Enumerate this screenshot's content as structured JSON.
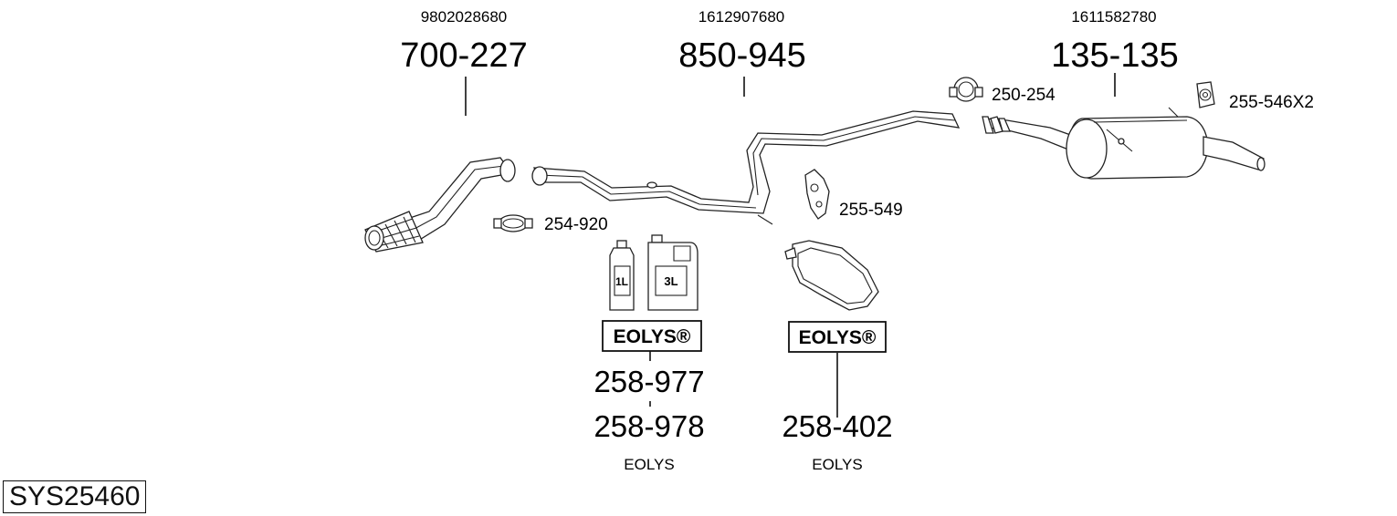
{
  "system_code": "SYS25460",
  "parts": {
    "downpipe": {
      "oe": "9802028680",
      "number": "700-227"
    },
    "middle_pipe": {
      "oe": "1612907680",
      "number": "850-945"
    },
    "rear_silencer": {
      "oe": "1611582780",
      "number": "135-135"
    }
  },
  "accessories": {
    "clamp_front": "254-920",
    "clamp_rear": "250-254",
    "mount_middle": "255-549",
    "mount_rear": "255-546X2"
  },
  "additives": {
    "fluid_numbers": [
      "258-977",
      "258-978"
    ],
    "fluid_brand": "EOLYS",
    "bag_number": "258-402",
    "bag_brand": "EOLYS",
    "logo_text": "EOLYS®",
    "bottle_small": "1L",
    "bottle_large": "3L"
  }
}
